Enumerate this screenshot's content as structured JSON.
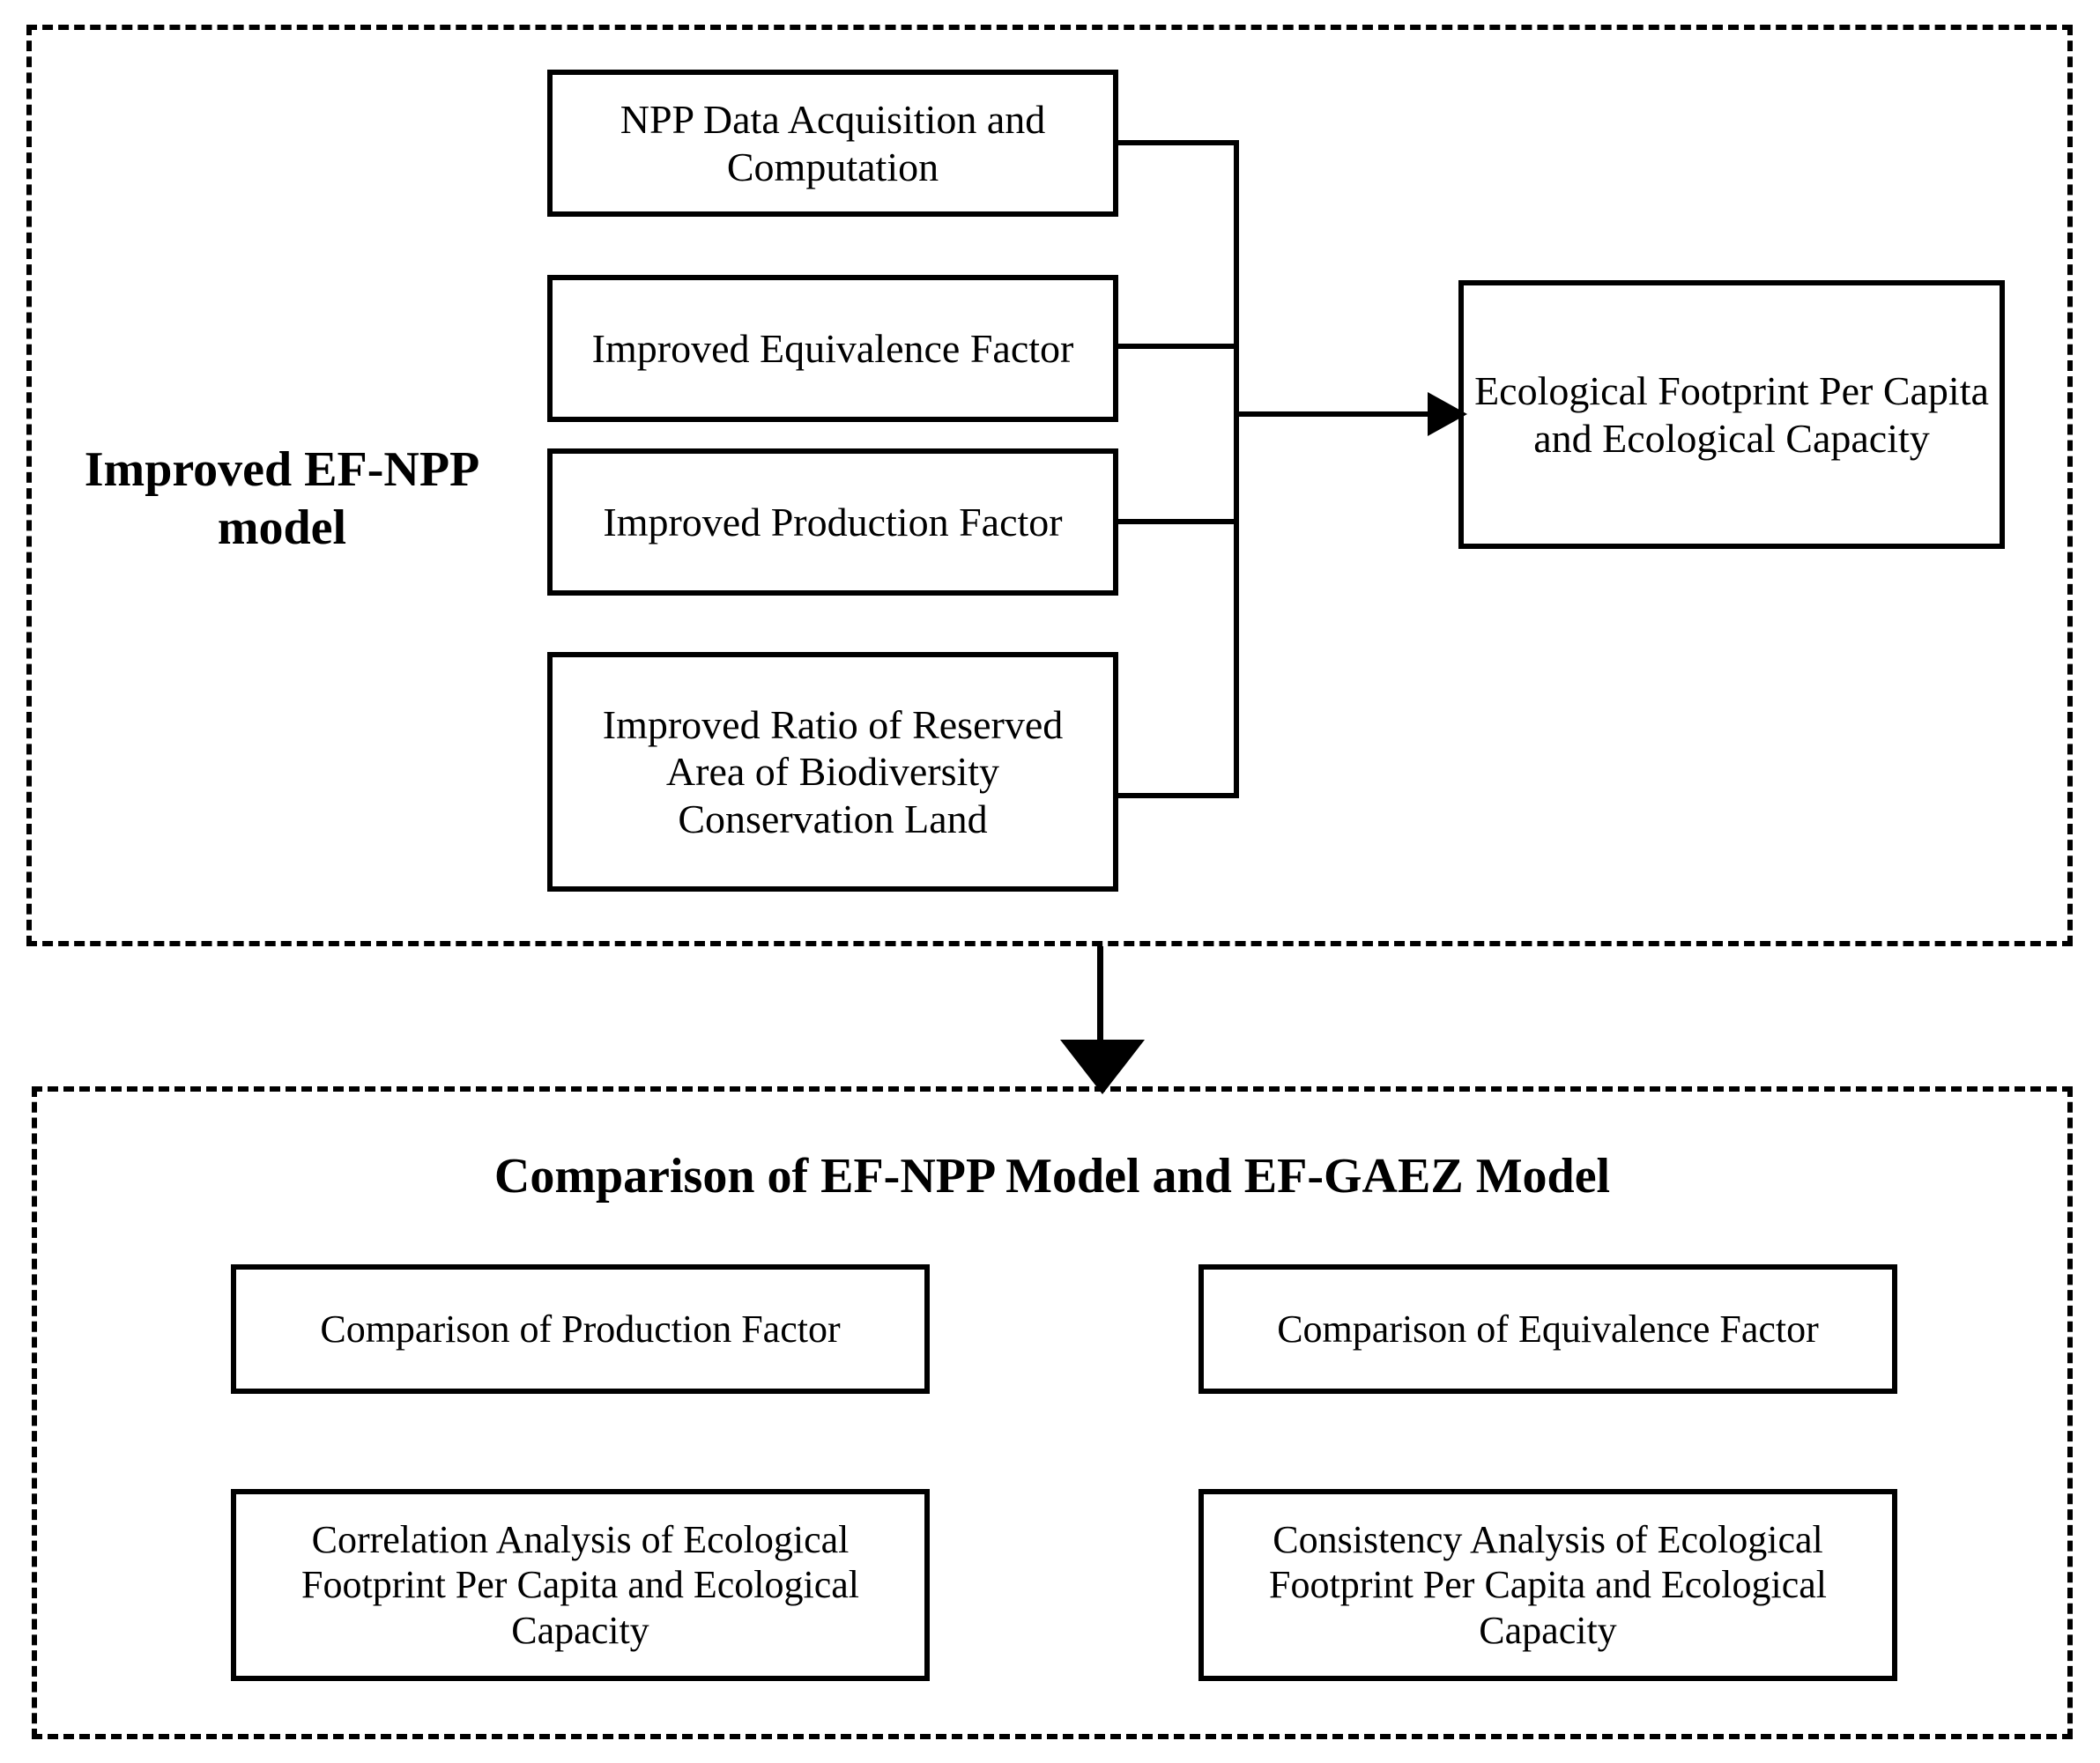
{
  "diagram": {
    "title_top_label": "Improved EF-NPP model",
    "title_bottom_label": "Comparison of EF-NPP Model and EF-GAEZ Model",
    "top_panel": {
      "nodes": [
        {
          "id": "npp-data-acquisition",
          "label": "NPP Data Acquisition and Computation"
        },
        {
          "id": "improved-equivalence-factor",
          "label": "Improved Equivalence Factor"
        },
        {
          "id": "improved-production-factor",
          "label": "Improved Production Factor"
        },
        {
          "id": "improved-ratio-biodiversity",
          "label": "Improved Ratio of Reserved Area of Biodiversity Conservation Land"
        },
        {
          "id": "ecological-footprint-output",
          "label": "Ecological Footprint Per Capita and Ecological Capacity"
        }
      ]
    },
    "bottom_panel": {
      "nodes": [
        {
          "id": "comparison-production-factor",
          "label": "Comparison of Production Factor"
        },
        {
          "id": "comparison-equivalence-factor",
          "label": "Comparison of Equivalence Factor"
        },
        {
          "id": "correlation-analysis",
          "label": "Correlation Analysis of Ecological Footprint Per Capita and Ecological Capacity"
        },
        {
          "id": "consistency-analysis",
          "label": "Consistency Analysis of Ecological Footprint Per Capita and Ecological Capacity"
        }
      ]
    },
    "colors": {
      "stroke": "#000000",
      "fill": "#ffffff",
      "text": "#000000"
    }
  }
}
